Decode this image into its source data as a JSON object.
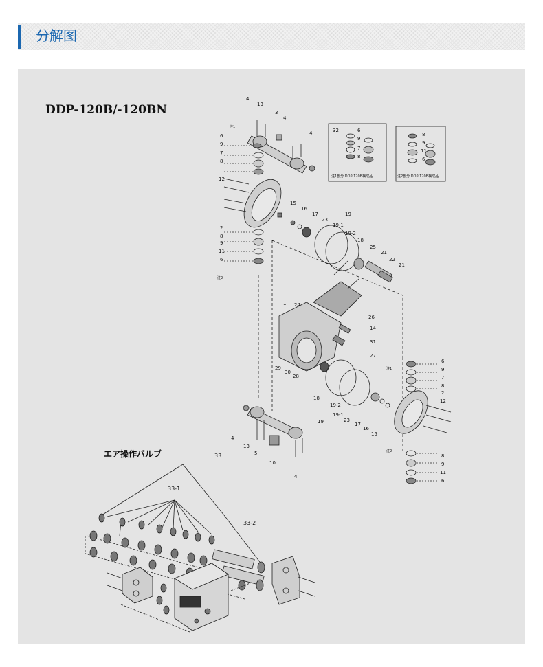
{
  "header": {
    "title": "分解图",
    "accent_color": "#1b67b0"
  },
  "diagram": {
    "model_title": "DDP-120B/-120BN",
    "air_valve_title": "エア操作バルブ",
    "callouts": [
      "4",
      "13",
      "3",
      "4",
      "注1",
      "6",
      "9",
      "7",
      "8",
      "12",
      "2",
      "8",
      "9",
      "11",
      "6",
      "注2",
      "4",
      "15",
      "16",
      "17",
      "23",
      "19",
      "19-1",
      "19-2",
      "18",
      "25",
      "21",
      "22",
      "21",
      "1",
      "24",
      "26",
      "14",
      "31",
      "27",
      "29",
      "30",
      "28",
      "18",
      "19-2",
      "19",
      "19-1",
      "23",
      "17",
      "16",
      "15",
      "注1",
      "6",
      "9",
      "7",
      "8",
      "2",
      "12",
      "4",
      "13",
      "5",
      "10",
      "4",
      "注2",
      "8",
      "9",
      "11",
      "6",
      "33",
      "33-1",
      "33-2",
      "32",
      "6",
      "9",
      "7",
      "8",
      "8",
      "9",
      "11",
      "6"
    ],
    "inset_left_caption": "注1部分 DDP-120B構成品",
    "inset_right_caption": "注2部分 DDP-120B構成品"
  }
}
